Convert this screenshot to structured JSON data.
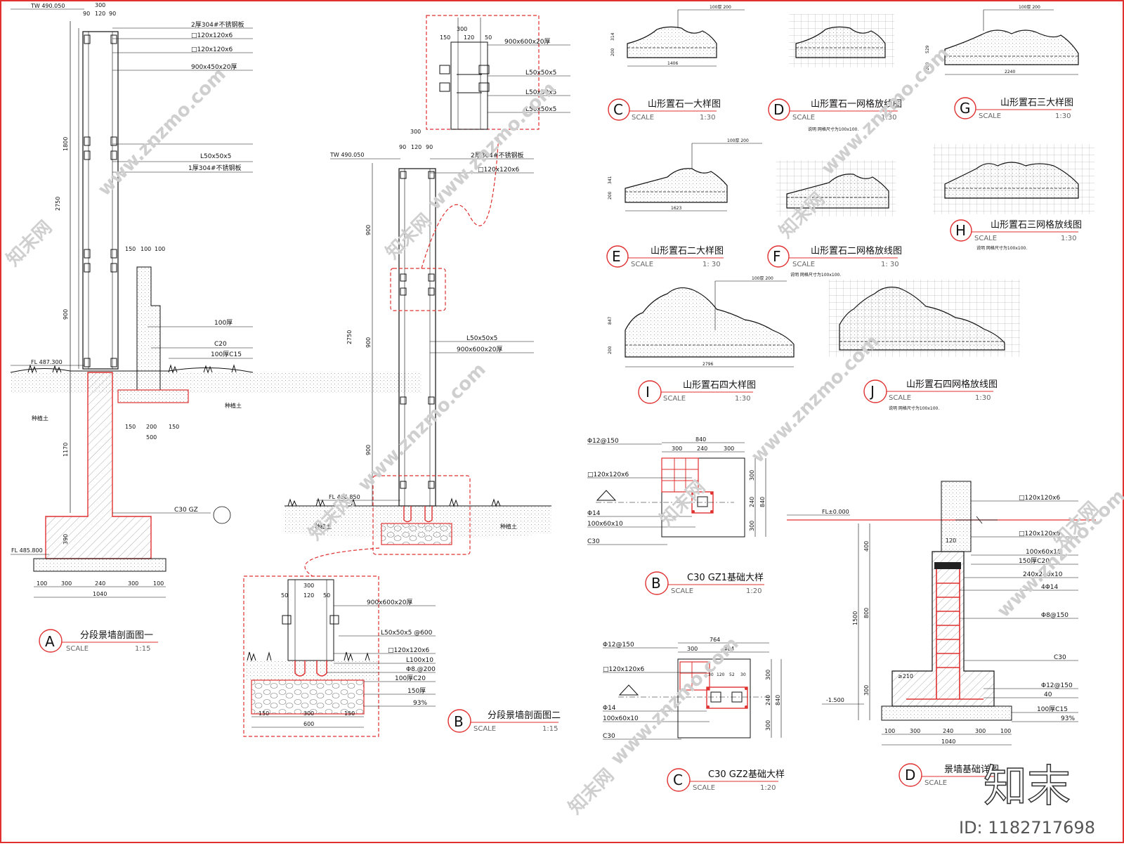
{
  "sheet_title": "",
  "watermark": {
    "site": "www.znzmo.com",
    "brand": "知末网",
    "logo": "知末",
    "id": "ID: 1182717698"
  },
  "scale_word": "SCALE",
  "labels": {
    "soil": "种植土",
    "tw1": "TW 490.050",
    "fl1": "FL 487.300",
    "fl2": "FL 485.800",
    "tw2": "TW 490.050",
    "fl3": "FL 486.850",
    "fl0": "FL±0.000",
    "flm": "-1.500"
  },
  "section_a": {
    "letter": "A",
    "title": "分段景墙剖面图一",
    "scale": "1:15",
    "top_dims": [
      "300",
      "90",
      "120",
      "90"
    ],
    "v_dims": [
      "1800",
      "2750",
      "900",
      "1170",
      "390"
    ],
    "bot_dims": [
      "100",
      "300",
      "240",
      "300",
      "100",
      "1040"
    ],
    "wall_dims": [
      "150",
      "100",
      "100",
      "150",
      "200",
      "150",
      "500"
    ],
    "callouts": [
      "2厚304#不锈钢板",
      "□120x120x6",
      "□120x120x6",
      "900x450x20厚",
      "L50x50x5",
      "1厚304#不锈钢板",
      "C30 GZ",
      "100厚",
      "C20",
      "100厚C15"
    ]
  },
  "section_b": {
    "letter": "B",
    "title": "分段景墙剖面图二",
    "scale": "1:15",
    "top_dims": [
      "300",
      "90",
      "120",
      "90"
    ],
    "v_dims": [
      "900",
      "2750",
      "900",
      "900"
    ],
    "callouts": [
      "2厚304#不锈钢板",
      "□120x120x6",
      "L50x50x5",
      "900x600x20厚"
    ],
    "detail_top": {
      "dims": [
        "300",
        "150",
        "120",
        "50"
      ],
      "callouts": [
        "900x600x20厚",
        "L50x50x5",
        "L50x50x5",
        "L50x50x5"
      ]
    },
    "detail_bot": {
      "dims": [
        "300",
        "50",
        "120",
        "50",
        "150",
        "300",
        "150",
        "600"
      ],
      "callouts": [
        "900x600x20厚",
        "L50x50x5 @600",
        "□120x120x6",
        "L100x10",
        "Φ8.@200",
        "100厚C20",
        "150厚",
        "93%"
      ]
    }
  },
  "stones": [
    {
      "letter": "C",
      "title": "山形置石一大样图",
      "scale": "1:30",
      "dims": [
        "1406",
        "314",
        "200"
      ],
      "note": "100厚 200"
    },
    {
      "letter": "D",
      "title": "山形置石一网格放线图",
      "scale": "1:30",
      "note": "说明 网格尺寸为100x100."
    },
    {
      "letter": "G",
      "title": "山形置石三大样图",
      "scale": "1:30",
      "dims": [
        "2240",
        "529",
        "200"
      ],
      "note": "100厚 200"
    },
    {
      "letter": "E",
      "title": "山形置石二大样图",
      "scale": "1: 30",
      "dims": [
        "1623",
        "341",
        "200"
      ],
      "note": "100厚 200"
    },
    {
      "letter": "F",
      "title": "山形置石二网格放线图",
      "scale": "1: 30",
      "note": "说明 网格尺寸为100x100."
    },
    {
      "letter": "H",
      "title": "山形置石三网格放线图",
      "scale": "1:30",
      "note": "说明 网格尺寸为100x100."
    },
    {
      "letter": "I",
      "title": "山形置石四大样图",
      "scale": "1:30",
      "dims": [
        "2796",
        "847",
        "200"
      ],
      "note": "100厚 200"
    },
    {
      "letter": "J",
      "title": "山形置石四网格放线图",
      "scale": "1:30",
      "note": "说明 网格尺寸为100x100."
    }
  ],
  "gz1": {
    "letter": "B",
    "title": "C30 GZ1基础大样",
    "scale": "1:20",
    "dims": [
      "840",
      "300",
      "240",
      "300",
      "300",
      "240",
      "300",
      "840"
    ],
    "callouts": [
      "Φ12@150",
      "□120x120x6",
      "Φ14",
      "100x60x10",
      "C30"
    ]
  },
  "gz2": {
    "letter": "C",
    "title": "C30 GZ2基础大样",
    "scale": "1:20",
    "dims": [
      "764",
      "300",
      "464",
      "30",
      "120",
      "52",
      "30",
      "300",
      "240",
      "300",
      "840"
    ],
    "callouts": [
      "Φ12@150",
      "□120x120x6",
      "Φ14",
      "100x60x10",
      "C30"
    ]
  },
  "detail_d": {
    "letter": "D",
    "title": "景墙基础详图",
    "scale": "",
    "dims": [
      "120",
      "400",
      "1500",
      "800",
      "300",
      "≥210",
      "100",
      "300",
      "240",
      "300",
      "100",
      "1040"
    ],
    "callouts": [
      "□120x120x6",
      "□120x120x6",
      "100x60x10",
      "150厚C20",
      "240x240x10",
      "4Φ14",
      "Φ8@150",
      "C30",
      "Φ12@150",
      "40",
      "100厚C15",
      "93%"
    ]
  }
}
